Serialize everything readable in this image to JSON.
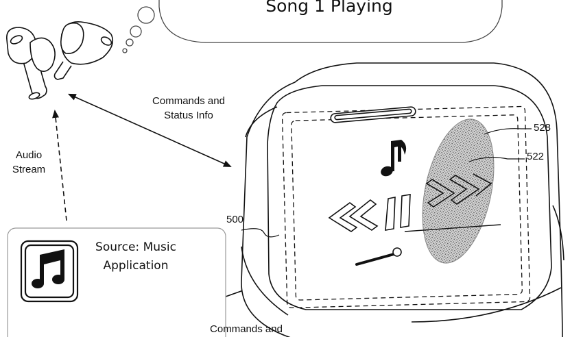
{
  "bubble": {
    "text": "Song 1 Playing"
  },
  "labels": {
    "commands_status_top_line1": "Commands and",
    "commands_status_top_line2": "Status Info",
    "audio_stream_line1": "Audio",
    "audio_stream_line2": "Stream",
    "commands_bottom": "Commands and"
  },
  "source": {
    "line1": "Source: Music",
    "line2": "Application"
  },
  "refs": {
    "r500": "500",
    "r522": "522",
    "r528": "528"
  },
  "icons": {
    "earbuds": "earbuds-icon",
    "music_app": "music-note-icon",
    "case_note": "music-note-icon",
    "rewind": "rewind-icon",
    "pause": "pause-icon",
    "forward": "fast-forward-icon"
  },
  "colors": {
    "line": "#111111",
    "highlight": "#bdbdbd"
  }
}
